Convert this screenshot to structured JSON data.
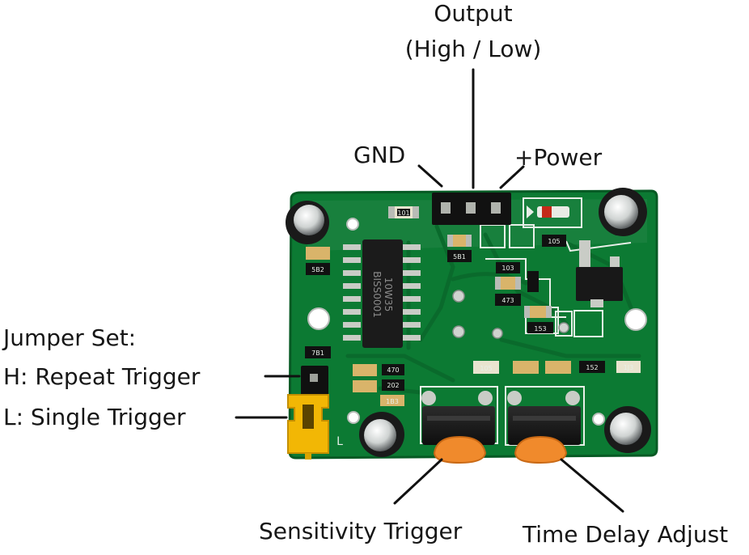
{
  "labels": {
    "output": "Output",
    "output_sub": "(High / Low)",
    "gnd": "GND",
    "power": "+Power",
    "jumper_title": "Jumper Set:",
    "jumper_h": "H: Repeat Trigger",
    "jumper_l": "L: Single Trigger",
    "sensitivity": "Sensitivity Trigger",
    "time_delay": "Time Delay Adjust"
  },
  "board": {
    "ic_marking_1": "10W35",
    "ic_marking_2": "BISS0001",
    "silk": [
      "101",
      "5B1",
      "5B2",
      "105",
      "103",
      "473",
      "153",
      "152",
      "105",
      "7B1",
      "470",
      "202",
      "1J3",
      "1B3",
      "L"
    ]
  },
  "colors": {
    "pcb": "#0c7a33",
    "pcb_dark": "#075a24",
    "pad": "#c9ccc6",
    "jumper": "#f2b705",
    "potentiometer": "#f08a2c",
    "line": "#111111"
  }
}
